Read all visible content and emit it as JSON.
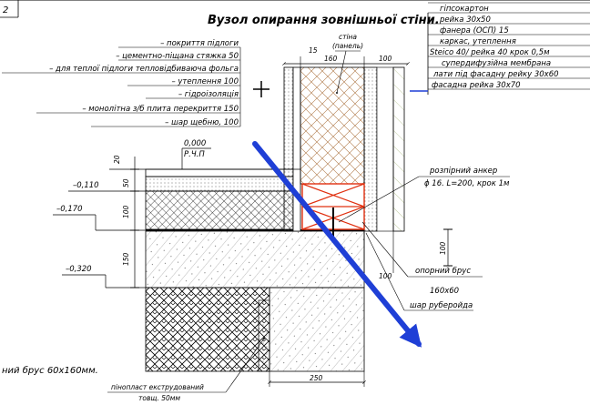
{
  "sheet_number": "2",
  "title": "Вузол опирання зовнішньої стіни.",
  "right_legend": [
    "гіпсокартон",
    "рейка 30х50",
    "фанера (ОСП) 15",
    "каркас, утеплення",
    "Steico 40/ рейка 40 крок 0,5м",
    "супердифузійна мембрана",
    "лати під фасадну рейку 30х60",
    "фасадна рейка 30х70"
  ],
  "left_legend": [
    "– покриття підлоги",
    "– цементно-піщана стяжка 50",
    "– для теплої підлоги тепловідбиваюча фольга",
    "– утеплення 100",
    "– гідроізоляція",
    "– монолітна з/б плита перекриття 150",
    "– шар щебню, 100"
  ],
  "wall_label": [
    "стіна",
    "(панель)"
  ],
  "dimensions": {
    "d15": "15",
    "d160": "160",
    "d100_top": "100",
    "d20": "20",
    "d50": "50",
    "d100_side": "100",
    "d150": "150",
    "d100_right": "100",
    "d100_bottom": "100",
    "d250": "250"
  },
  "levels": {
    "zero": "0,000",
    "zero_sub": "Р.Ч.П",
    "l1": "–0,110",
    "l2": "–0,170",
    "l3": "–0,320"
  },
  "callouts": {
    "anchor_1": "розпірний анкер",
    "anchor_2": "ϕ 16. L=200, крок 1м",
    "beam_1": "опорний брус",
    "beam_2": "160х60",
    "ruberoid": "шар руберойда",
    "foam_1": "пінопласт екструдований",
    "foam_2": "товщ. 50мм"
  },
  "bottom_left_text": "ний брус 60х160мм.",
  "colors": {
    "arrow": "#1f3fd6",
    "anchor": "#e03010",
    "legend_tick": "#1f3fd6"
  }
}
